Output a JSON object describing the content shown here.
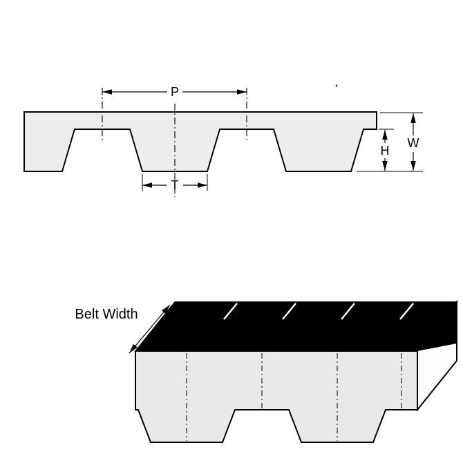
{
  "diagram": {
    "colors": {
      "background": "#ffffff",
      "line": "#000000",
      "belt_fill": "#ededed",
      "front_face_fill": "#e9e9e9",
      "side_face_fill": "#fdfdfd",
      "top_surface_fill": "#000000"
    },
    "cross_section": {
      "pitch_label": "P",
      "tooth_width_label": "T",
      "tooth_height_label": "H",
      "thickness_label": "W"
    },
    "perspective_view": {
      "belt_width_label": "Belt Width"
    }
  }
}
